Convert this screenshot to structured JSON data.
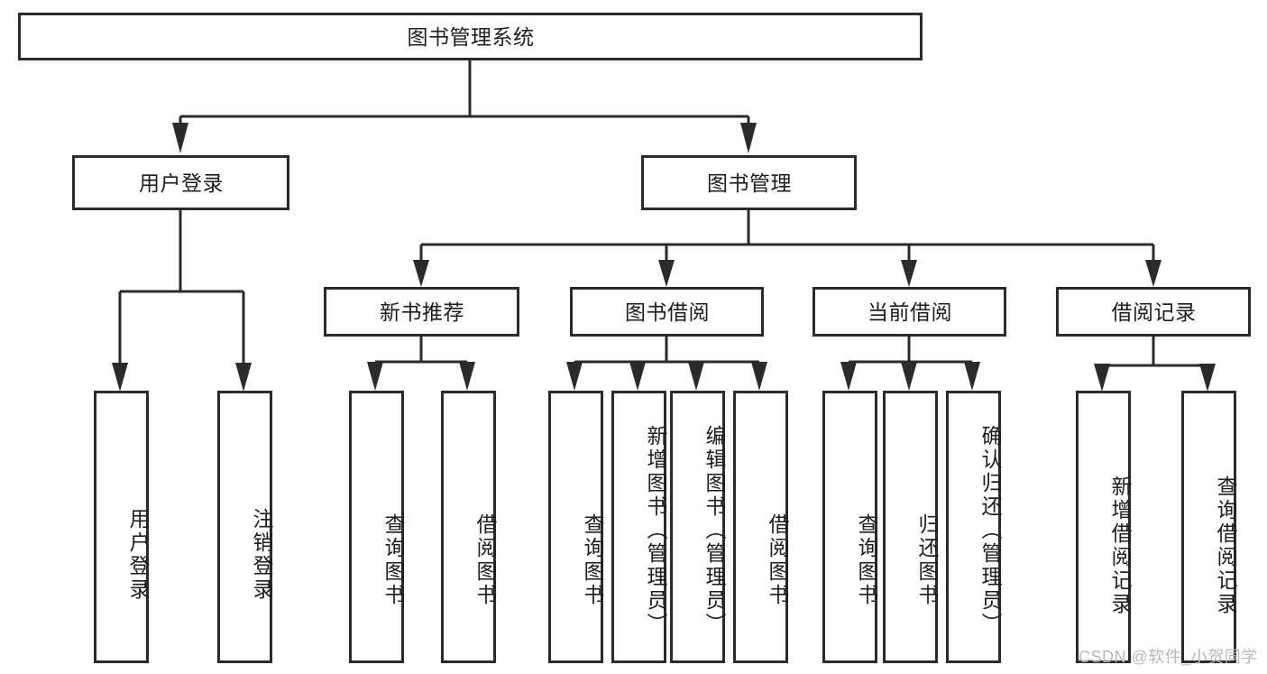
{
  "diagram": {
    "title": "图书管理系统",
    "type": "tree-hierarchy-chart",
    "colors": {
      "stroke": "#2b2b2b",
      "fill": "#ffffff",
      "text": "#1d1d1d",
      "watermark": "#b9b9b9",
      "background": "#ffffff"
    },
    "root": {
      "label": "图书管理系统"
    },
    "level2": [
      {
        "label": "用户登录"
      },
      {
        "label": "图书管理"
      }
    ],
    "level3": [
      {
        "label": "新书推荐"
      },
      {
        "label": "图书借阅"
      },
      {
        "label": "当前借阅"
      },
      {
        "label": "借阅记录"
      }
    ],
    "leaves": {
      "user_login": [
        {
          "label": "用户登录"
        },
        {
          "label": "注销登录"
        }
      ],
      "new_book_recommend": [
        {
          "label": "查询图书"
        },
        {
          "label": "借阅图书"
        }
      ],
      "book_borrow": [
        {
          "label": "查询图书"
        },
        {
          "label": "新增图书（管理员）"
        },
        {
          "label": "编辑图书（管理员）"
        },
        {
          "label": "借阅图书"
        }
      ],
      "current_borrow": [
        {
          "label": "查询图书"
        },
        {
          "label": "归还图书"
        },
        {
          "label": "确认归还（管理员）"
        }
      ],
      "borrow_record": [
        {
          "label": "新增借阅记录"
        },
        {
          "label": "查询借阅记录"
        }
      ]
    }
  },
  "watermark": {
    "text": "CSDN @软件_小贺同学"
  }
}
